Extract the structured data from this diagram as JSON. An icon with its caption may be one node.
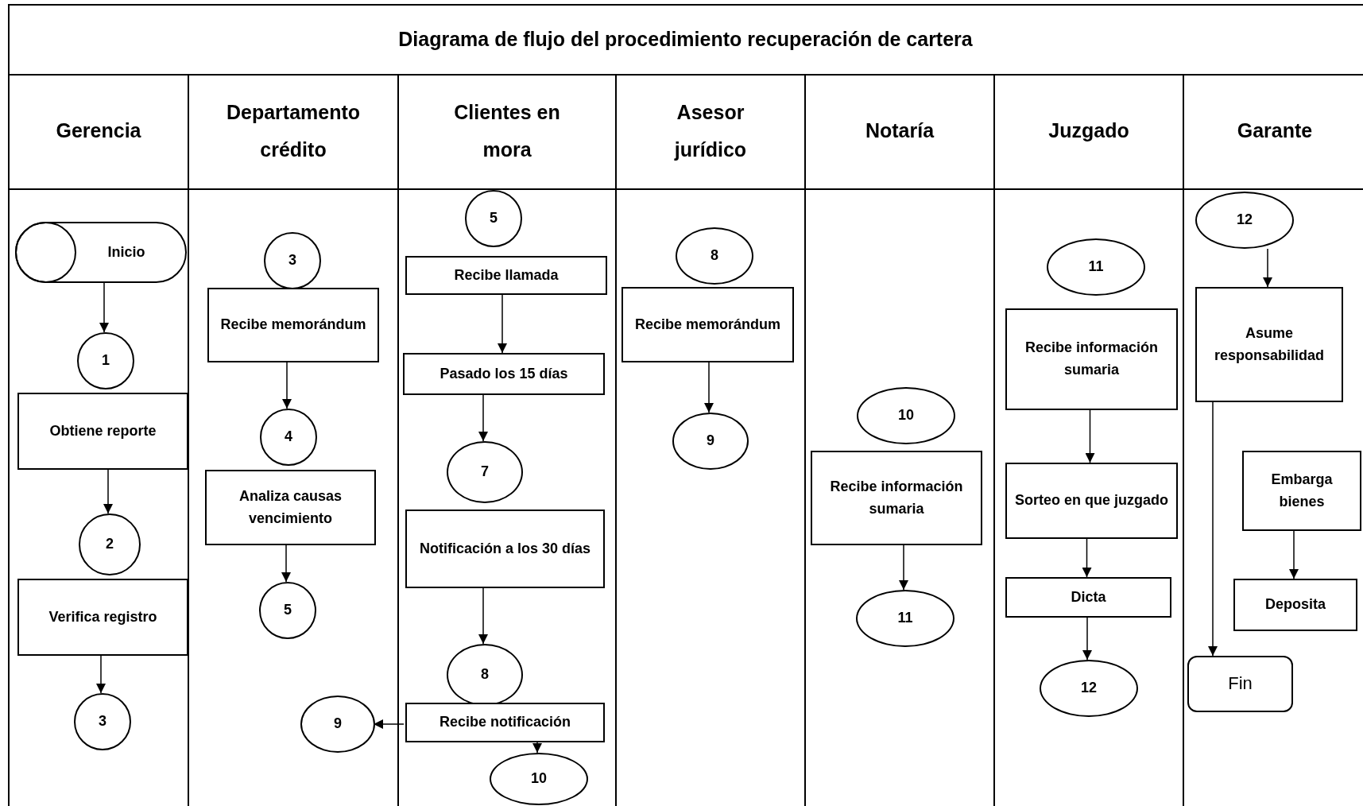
{
  "diagram": {
    "title": "Diagrama de flujo del procedimiento recuperación de cartera",
    "nodes": [
      {
        "text": [
          "Gerencia"
        ]
      },
      {
        "text": [
          "Departamento crédito"
        ]
      },
      {
        "text": [
          "Clientes en mora"
        ]
      },
      {
        "text": [
          "Asesor jurídico"
        ]
      },
      {
        "text": [
          "Notaría"
        ]
      },
      {
        "text": [
          "Juzgado"
        ]
      },
      {
        "text": [
          "Garante"
        ]
      },
      {
        "text": [
          "Inicio"
        ],
        "in": 0
      },
      {
        "text": [
          "1"
        ],
        "in": 0
      },
      {
        "text": [
          "Obtiene reporte"
        ],
        "in": 0
      },
      {
        "text": [
          "2"
        ],
        "in": 0
      },
      {
        "text": [
          "Verifica registro"
        ],
        "in": 0
      },
      {
        "text": [
          "3"
        ],
        "in": 0
      },
      {
        "text": [
          "3"
        ],
        "in": 1
      },
      {
        "text": [
          "Recibe memorándum"
        ],
        "in": 1
      },
      {
        "text": [
          "4"
        ],
        "in": 1
      },
      {
        "text": [
          "Analiza causas vencimiento"
        ],
        "in": 1
      },
      {
        "text": [
          "5"
        ],
        "in": 1
      },
      {
        "text": [
          "9"
        ],
        "in": 1
      },
      {
        "text": [
          "5"
        ],
        "in": 2
      },
      {
        "text": [
          "Recibe llamada"
        ],
        "in": 2
      },
      {
        "text": [
          "Pasado los 15 días"
        ],
        "in": 2
      },
      {
        "text": [
          "7"
        ],
        "in": 2
      },
      {
        "text": [
          "Notificación a los 30 días"
        ],
        "in": 2
      },
      {
        "text": [
          "8"
        ],
        "in": 2
      },
      {
        "text": [
          "Recibe notificación"
        ],
        "in": 2
      },
      {
        "text": [
          "10"
        ],
        "in": 2
      },
      {
        "text": [
          "8"
        ],
        "in": 3
      },
      {
        "text": [
          "Recibe memorándum"
        ],
        "in": 3
      },
      {
        "text": [
          "9"
        ],
        "in": 3
      },
      {
        "text": [
          "10"
        ],
        "in": 4
      },
      {
        "text": [
          "Recibe información sumaria"
        ],
        "in": 4
      },
      {
        "text": [
          "11"
        ],
        "in": 4
      },
      {
        "text": [
          "11"
        ],
        "in": 5
      },
      {
        "text": [
          "Recibe información sumaria"
        ],
        "in": 5
      },
      {
        "text": [
          "Sorteo en que juzgado"
        ],
        "in": 5
      },
      {
        "text": [
          "Dicta"
        ],
        "in": 5
      },
      {
        "text": [
          "12"
        ],
        "in": 5
      },
      {
        "text": [
          "12"
        ],
        "in": 6
      },
      {
        "text": [
          "Asume responsabilidad"
        ],
        "in": 6
      },
      {
        "text": [
          "Embarga bienes"
        ],
        "in": 6
      },
      {
        "text": [
          "Deposita"
        ],
        "in": 6
      },
      {
        "text": [
          "Fin"
        ],
        "in": 6
      }
    ],
    "edges": [
      {
        "from": 7,
        "to": 8,
        "arrow": "to"
      },
      {
        "from": 9,
        "to": 10,
        "arrow": "to"
      },
      {
        "from": 11,
        "to": 12,
        "arrow": "to"
      },
      {
        "from": 14,
        "to": 15,
        "arrow": "to"
      },
      {
        "from": 16,
        "to": 17,
        "arrow": "to"
      },
      {
        "from": 20,
        "to": 21,
        "arrow": "to"
      },
      {
        "from": 21,
        "to": 22,
        "arrow": "to"
      },
      {
        "from": 23,
        "to": 24,
        "arrow": "to"
      },
      {
        "from": 25,
        "to": 18,
        "arrow": "to"
      },
      {
        "from": 25,
        "to": 26,
        "arrow": "to"
      },
      {
        "from": 28,
        "to": 29,
        "arrow": "to"
      },
      {
        "from": 31,
        "to": 32,
        "arrow": "to"
      },
      {
        "from": 34,
        "to": 35,
        "arrow": "to"
      },
      {
        "from": 35,
        "to": 36,
        "arrow": "to"
      },
      {
        "from": 36,
        "to": 37,
        "arrow": "to"
      },
      {
        "from": 38,
        "to": 39,
        "arrow": "to"
      },
      {
        "from": 39,
        "to": 42,
        "arrow": "to"
      },
      {
        "from": 40,
        "to": 41,
        "arrow": "to"
      }
    ]
  }
}
